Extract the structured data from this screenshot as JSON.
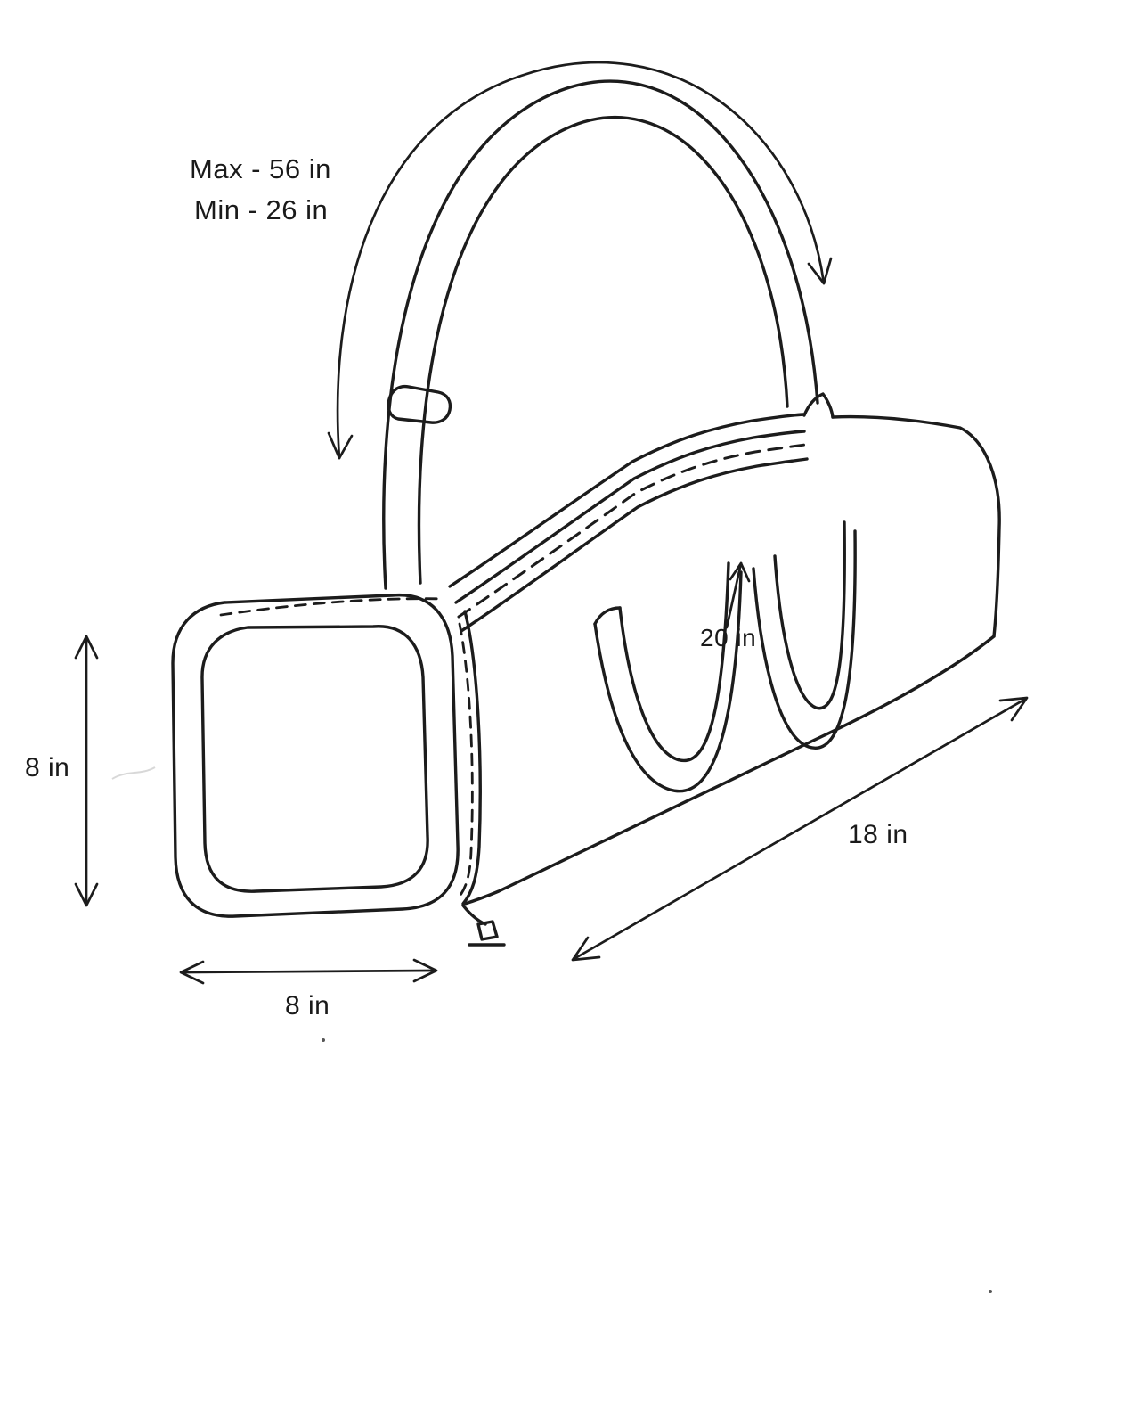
{
  "page": {
    "colors": {
      "background": "#ffffff",
      "ink": "#1c1c1c",
      "text": "#1a1a1a"
    }
  },
  "diagram": {
    "subject": "duffel bag dimension sketch",
    "labels": {
      "strap_max": "Max - 56 in",
      "strap_min": "Min - 26 in",
      "handle_length": "20 in",
      "bag_length": "18 in",
      "bag_height": "8 in",
      "bag_width": "8 in"
    }
  }
}
